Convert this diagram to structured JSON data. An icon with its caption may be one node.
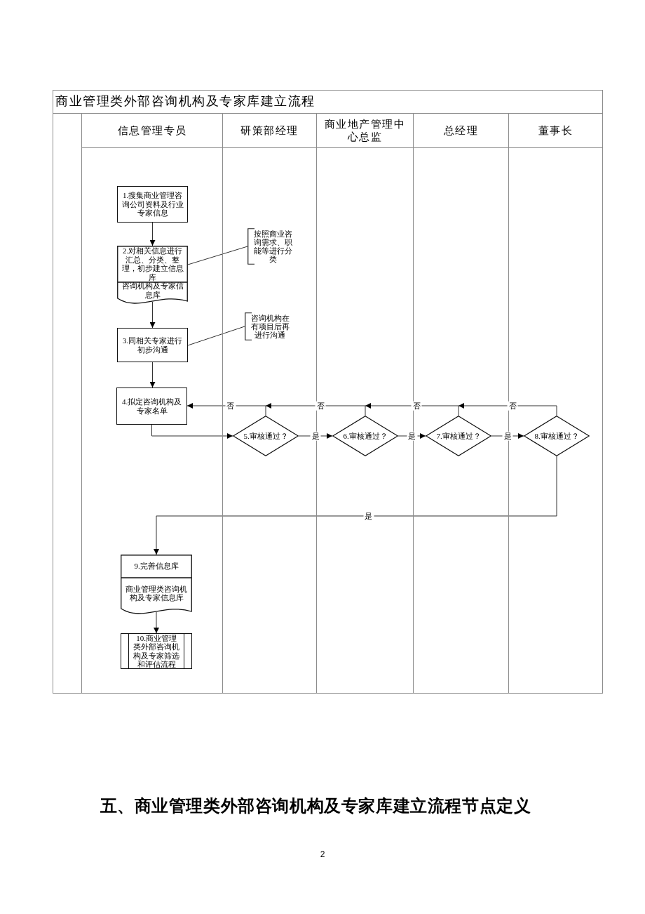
{
  "diagram": {
    "title": "商业管理类外部咨询机构及专家库建立流程",
    "nodes": [
      {
        "text": [
          "信息管理专员"
        ]
      },
      {
        "text": [
          "研策部经理"
        ]
      },
      {
        "text": [
          "商业地产管理中心总监"
        ]
      },
      {
        "text": [
          "总经理"
        ]
      },
      {
        "text": [
          "董事长"
        ]
      },
      {
        "text": [
          "1.搜集商业管理咨询公司资料及行业专家信息"
        ],
        "in": 0
      },
      {
        "text": [
          "2.对相关信息进行汇总、分类、整理，初步建立信息库",
          "咨询机构及专家信息库"
        ],
        "in": 0
      },
      {
        "text": [
          "按照商业咨询需求、职能等进行分类"
        ],
        "in": 1
      },
      {
        "text": [
          "3.同相关专家进行初步沟通"
        ],
        "in": 0
      },
      {
        "text": [
          "咨询机构在有项目后再进行沟通"
        ],
        "in": 1
      },
      {
        "text": [
          "4.拟定咨询机构及专家名单"
        ],
        "in": 0
      },
      {
        "text": [
          "5.审核通过？"
        ],
        "in": 1
      },
      {
        "text": [
          "6.审核通过？"
        ],
        "in": 2
      },
      {
        "text": [
          "7.审核通过？"
        ],
        "in": 3
      },
      {
        "text": [
          "8.审核通过？"
        ],
        "in": 4
      },
      {
        "text": [
          "9.完善信息库",
          "商业管理类咨询机构及专家信息库"
        ],
        "in": 0
      },
      {
        "text": [
          "10.商业管理类外部咨询机构及专家筛选和评估流程"
        ],
        "in": 0
      }
    ],
    "edges": [
      {
        "from": 5,
        "to": 6,
        "arrow": "to"
      },
      {
        "from": 7,
        "to": 6,
        "arrow": "none"
      },
      {
        "from": 6,
        "to": 8,
        "arrow": "to"
      },
      {
        "from": 9,
        "to": 8,
        "arrow": "none"
      },
      {
        "from": 8,
        "to": 10,
        "arrow": "to"
      },
      {
        "from": 10,
        "to": 11,
        "arrow": "to"
      },
      {
        "from": 11,
        "to": 10,
        "arrow": "to",
        "label": "否"
      },
      {
        "from": 11,
        "to": 12,
        "arrow": "to",
        "label": "是"
      },
      {
        "from": 12,
        "to": 10,
        "arrow": "to",
        "label": "否"
      },
      {
        "from": 12,
        "to": 13,
        "arrow": "to",
        "label": "是"
      },
      {
        "from": 13,
        "to": 10,
        "arrow": "to",
        "label": "否"
      },
      {
        "from": 13,
        "to": 14,
        "arrow": "to",
        "label": "是"
      },
      {
        "from": 14,
        "to": 10,
        "arrow": "to",
        "label": "否"
      },
      {
        "from": 14,
        "to": 15,
        "arrow": "to",
        "label": "是"
      },
      {
        "from": 15,
        "to": 16,
        "arrow": "to"
      }
    ],
    "labels": [
      "五、商业管理类外部咨询机构及专家库建立流程节点定义",
      "2"
    ]
  }
}
